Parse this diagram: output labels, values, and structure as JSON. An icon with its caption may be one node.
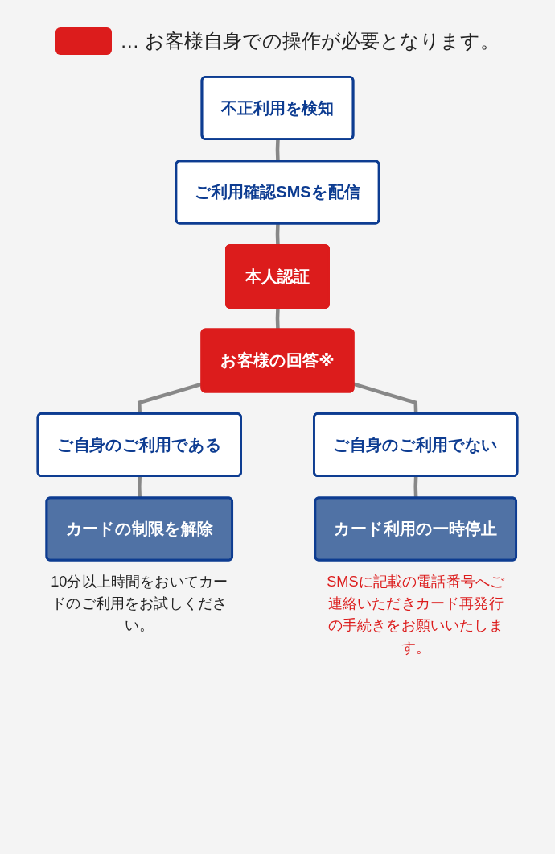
{
  "diagram": {
    "nodes": [
      {
        "text": [
          "不正利用を検知"
        ]
      },
      {
        "text": [
          "ご利用確認SMSを配信"
        ]
      },
      {
        "text": [
          "本人認証"
        ]
      },
      {
        "text": [
          "お客様の回答※"
        ]
      },
      {
        "text": [
          "ご自身のご利用である"
        ]
      },
      {
        "text": [
          "ご自身のご利用でない"
        ]
      },
      {
        "text": [
          "カードの制限を解除"
        ],
        "beside": [
          "10分以上時間をおいてカードのご利用をお試しください。"
        ]
      },
      {
        "text": [
          "カード利用の一時停止"
        ],
        "beside": [
          "SMSに記載の電話番号へご連絡いただきカード再発行の手続きをお願いいたします。"
        ]
      }
    ],
    "edges": [
      {
        "from": 0,
        "to": 1,
        "arrow": "none"
      },
      {
        "from": 1,
        "to": 2,
        "arrow": "none"
      },
      {
        "from": 2,
        "to": 3,
        "arrow": "none"
      },
      {
        "from": 3,
        "to": 4,
        "arrow": "none"
      },
      {
        "from": 3,
        "to": 5,
        "arrow": "none"
      },
      {
        "from": 4,
        "to": 6,
        "arrow": "none"
      },
      {
        "from": 5,
        "to": 7,
        "arrow": "none"
      }
    ],
    "legend": [
      {
        "text": "… お客様自身での操作が必要となります。",
        "color": "#dc1c1c"
      }
    ]
  }
}
